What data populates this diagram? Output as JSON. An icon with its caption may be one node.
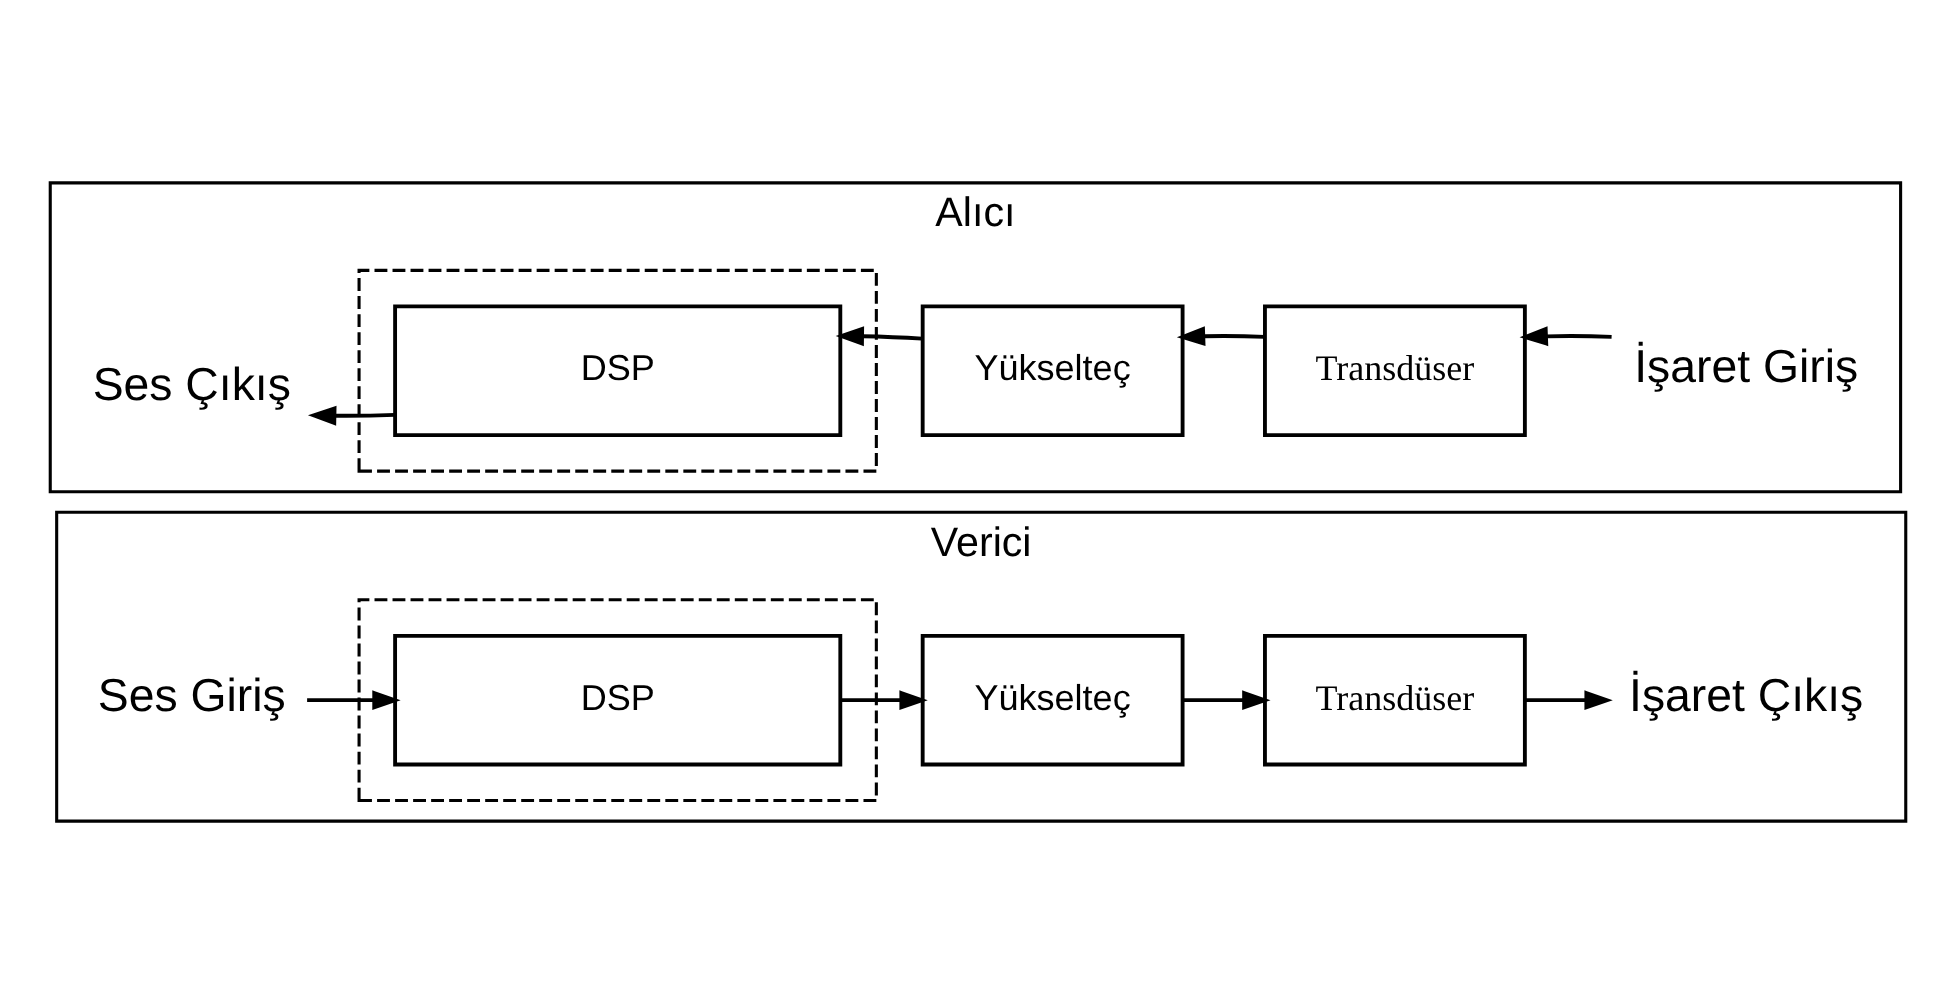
{
  "diagram": {
    "nodes": [
      {
        "text": [
          "Verici"
        ]
      },
      {
        "text": [
          "Ses Giriş"
        ],
        "in": 0
      },
      {
        "text": [],
        "shape": "box",
        "in": 0
      },
      {
        "text": [
          "DSP"
        ],
        "in": 2
      },
      {
        "text": [
          "Yükselteç"
        ],
        "in": 0
      },
      {
        "text": [
          "Transdüser"
        ],
        "in": 0
      },
      {
        "text": [
          "İşaret Çıkış"
        ],
        "in": 0
      },
      {
        "text": [
          "Alıcı"
        ]
      },
      {
        "text": [
          "Ses Çıkış"
        ],
        "in": 7
      },
      {
        "text": [],
        "shape": "box",
        "in": 7
      },
      {
        "text": [
          "DSP"
        ],
        "in": 9
      },
      {
        "text": [
          "Yükselteç"
        ],
        "in": 7
      },
      {
        "text": [
          "Transdüser"
        ],
        "in": 7
      },
      {
        "text": [
          "İşaret Giriş"
        ],
        "in": 7
      }
    ],
    "edges": [
      {
        "from": 1,
        "to": 3,
        "arrow": "to"
      },
      {
        "from": 3,
        "to": 4,
        "arrow": "to"
      },
      {
        "from": 4,
        "to": 5,
        "arrow": "to"
      },
      {
        "from": 5,
        "to": 6,
        "arrow": "to"
      },
      {
        "from": 13,
        "to": 12,
        "arrow": "to"
      },
      {
        "from": 12,
        "to": 11,
        "arrow": "to"
      },
      {
        "from": 11,
        "to": 10,
        "arrow": "to"
      },
      {
        "from": 10,
        "to": 8,
        "arrow": "to"
      }
    ]
  }
}
